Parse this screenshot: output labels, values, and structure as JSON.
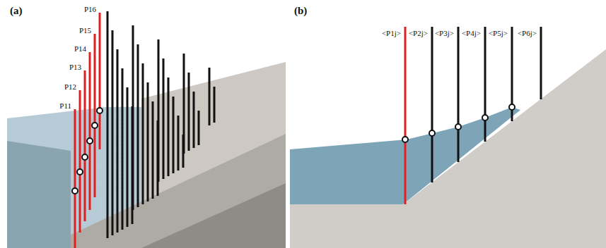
{
  "diagram": {
    "labels": [
      "(a)",
      "P16",
      "P15",
      "P14",
      "P13",
      "P12",
      "P11",
      "(b)",
      "<P1j>",
      "<P2j>",
      "<P3j>",
      "<P4j>",
      "<P5j>",
      "<P6j>"
    ]
  }
}
